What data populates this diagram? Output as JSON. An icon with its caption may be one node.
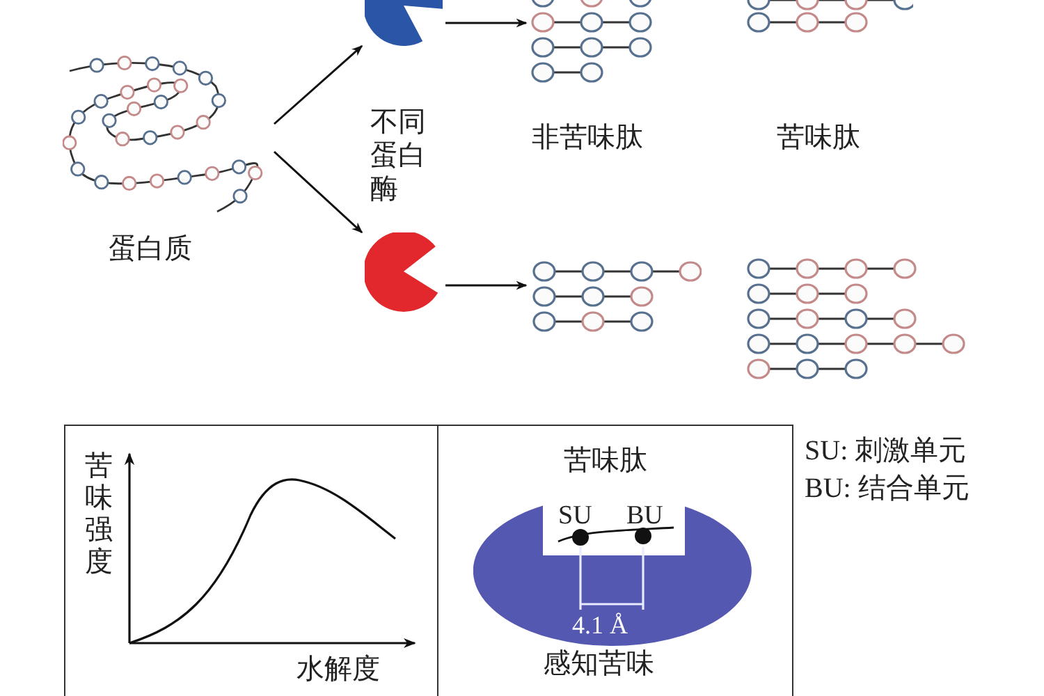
{
  "diagram": {
    "nodes": [
      {
        "text": [],
        "shape": "picture",
        "beside": [
          "蛋白质"
        ]
      },
      {
        "text": [],
        "shape": "picture"
      },
      {
        "text": [],
        "shape": "picture"
      },
      {
        "text": [],
        "shape": "picture",
        "beside": [
          "非苦味肽"
        ]
      },
      {
        "text": [],
        "shape": "picture",
        "beside": [
          "苦味肽"
        ]
      },
      {
        "text": [],
        "shape": "picture"
      },
      {
        "text": [],
        "shape": "picture"
      },
      {
        "text": [
          "苦味强度",
          "水解度"
        ]
      },
      {
        "text": [
          "苦味肽",
          "感知苦味"
        ]
      },
      {
        "text": [],
        "shape": "ellipse",
        "in": 8
      }
    ],
    "edges": [
      {
        "from": 0,
        "to": 1,
        "arrow": "to"
      },
      {
        "from": 0,
        "to": 2,
        "arrow": "to"
      },
      {
        "from": 1,
        "to": 3,
        "arrow": "to"
      },
      {
        "from": 2,
        "to": 5,
        "arrow": "to"
      }
    ],
    "labels": [
      "不同蛋白酶",
      "SU",
      "BU",
      "4.1 Å",
      "SU: 刺激单元",
      "BU: 结合单元"
    ]
  }
}
